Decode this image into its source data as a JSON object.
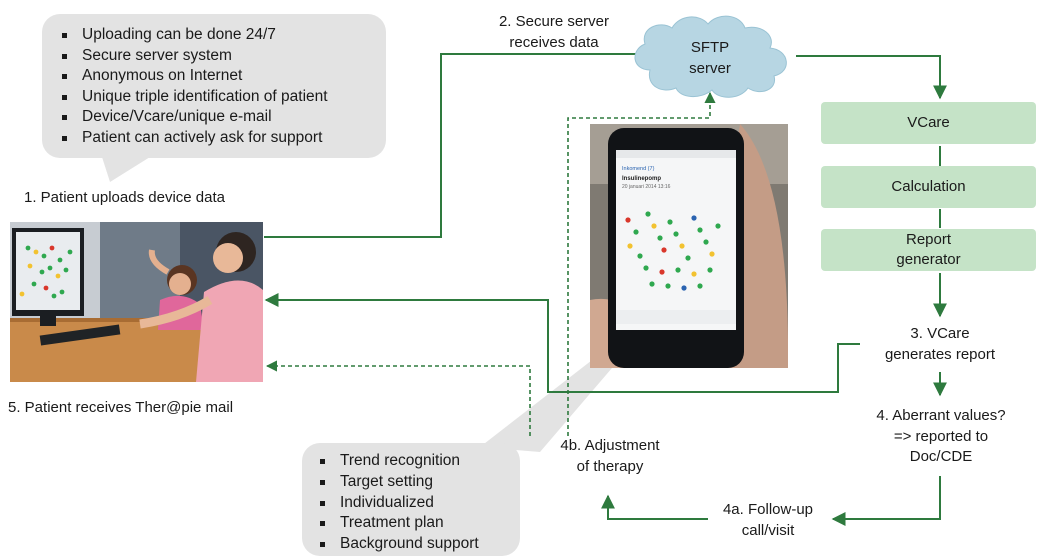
{
  "top_callout": {
    "items": [
      "Uploading can be done 24/7",
      "Secure server system",
      "Anonymous on Internet",
      "Unique triple identification of patient",
      "Device/Vcare/unique e-mail",
      "Patient can actively ask for support"
    ]
  },
  "bottom_callout": {
    "items": [
      "Trend recognition",
      "Target setting",
      "Individualized",
      "Treatment plan",
      "Background support"
    ]
  },
  "steps": {
    "step1": "1. Patient uploads device data",
    "step2_line1": "2. Secure server",
    "step2_line2": "receives data",
    "step3_line1": "3. VCare",
    "step3_line2": "generates report",
    "step4_line1": "4. Aberrant values?",
    "step4_line2": "=> reported to",
    "step4_line3": "Doc/CDE",
    "step4a_line1": "4a. Follow-up",
    "step4a_line2": "call/visit",
    "step4b_line1": "4b. Adjustment",
    "step4b_line2": "of therapy",
    "step5": "5. Patient receives Ther@pie mail"
  },
  "cloud": {
    "line1": "SFTP",
    "line2": "server"
  },
  "boxes": {
    "vcare": "VCare",
    "calculation": "Calculation",
    "report_line1": "Report",
    "report_line2": "generator"
  },
  "phone": {
    "header_left": "Inkomend (7)",
    "title": "Insulinepomp",
    "date": "20 januari 2014 13:16"
  },
  "colors": {
    "flow_line": "#2e7a3e",
    "box_fill": "#c5e3c7",
    "callout_fill": "#e3e3e3",
    "cloud_fill": "#b7d6e3"
  }
}
